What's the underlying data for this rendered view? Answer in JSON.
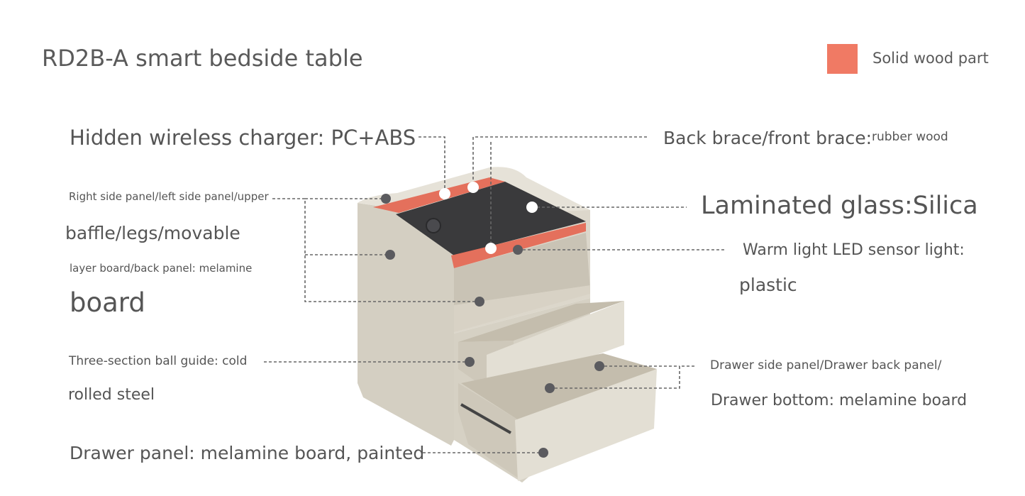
{
  "title": "RD2B-A smart bedside table",
  "legend": {
    "label": "Solid wood part",
    "color": "#f07a64"
  },
  "labels": {
    "wireless_charger": "Hidden wireless charger: PC+ABS",
    "back_brace": "Back brace/front brace:",
    "back_brace_material": "rubber wood",
    "glass": "Laminated glass:Silica",
    "side_panel_1": "Right side panel/left side panel/upper",
    "side_panel_2": "baffle/legs/movable",
    "side_panel_3": "layer board/back panel: melamine",
    "side_panel_4": "board",
    "led_1": "Warm light LED sensor light:",
    "led_2": "plastic",
    "ball_guide_1": "Three-section ball guide: cold",
    "ball_guide_2": "rolled steel",
    "drawer_side_1": "Drawer side panel/Drawer back panel/",
    "drawer_side_2": "Drawer bottom: melamine board",
    "drawer_panel": "Drawer panel: melamine board, painted"
  },
  "colors": {
    "cabinet": "#ddd8cc",
    "cabinet_shadow": "#c8c2b4",
    "solid_wood": "#e4705c",
    "glass": "#3a3a3c",
    "marker": "#5b5b5f",
    "led": "#ffffff"
  }
}
